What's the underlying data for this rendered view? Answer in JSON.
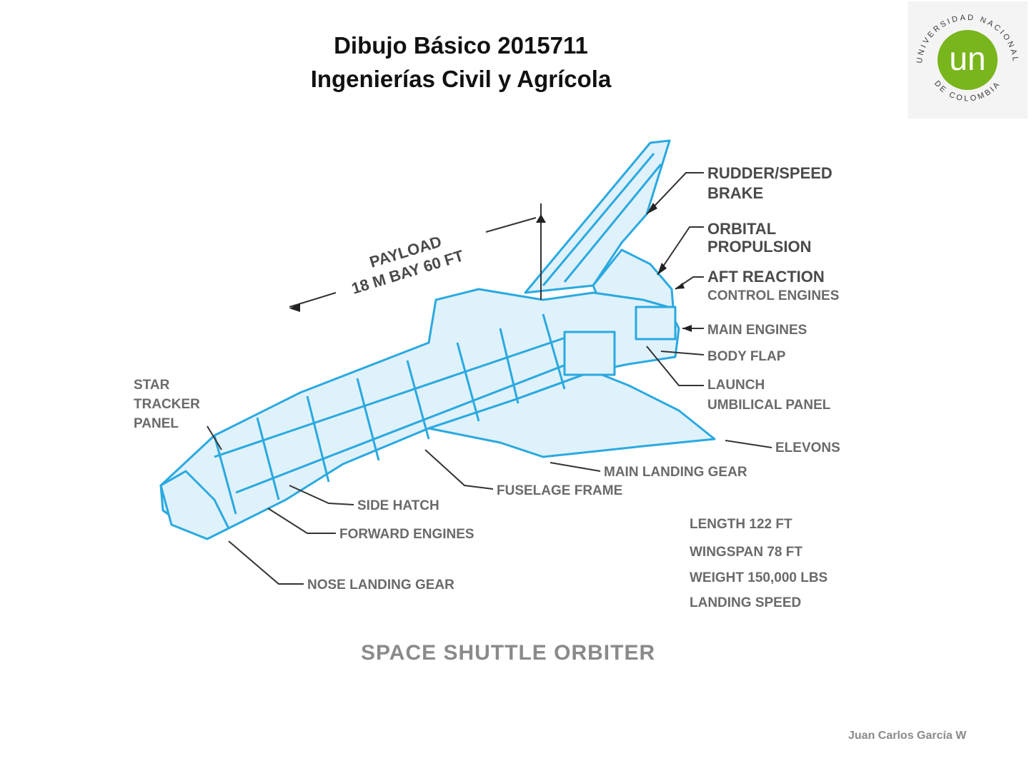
{
  "header": {
    "title_line1": "Dibujo Básico 2015711",
    "title_line2": "Ingenierías Civil y Agrícola"
  },
  "logo": {
    "text_top": "UNIVERSIDAD NACIONAL",
    "text_bottom": "DE COLOMBIA",
    "mark": "un",
    "color": "#79b51c"
  },
  "diagram": {
    "shuttle_color": "#2aa9e0",
    "shuttle_fill": "#dff1fb",
    "labels": {
      "rudder_line1": "RUDDER/SPEED",
      "rudder_line2": "BRAKE",
      "orbital_line1": "ORBITAL",
      "orbital_line2": "PROPULSION",
      "aft_line1": "AFT REACTION",
      "aft_line2": "CONTROL ENGINES",
      "main_engines": "MAIN ENGINES",
      "body_flap": "BODY FLAP",
      "launch_line1": "LAUNCH",
      "launch_line2": "UMBILICAL PANEL",
      "elevons": "ELEVONS",
      "main_gear": "MAIN LANDING GEAR",
      "payload_line1": "PAYLOAD",
      "payload_line2": "18 M BAY 60 FT",
      "star_line1": "STAR",
      "star_line2": "TRACKER",
      "star_line3": "PANEL",
      "side_hatch": "SIDE HATCH",
      "fuselage_frame": "FUSELAGE FRAME",
      "forward_engines": "FORWARD ENGINES",
      "nose_gear": "NOSE LANDING GEAR"
    },
    "specs": [
      "LENGTH 122 FT",
      "WINGSPAN 78 FT",
      "WEIGHT 150,000 LBS",
      "LANDING SPEED"
    ],
    "caption": "SPACE SHUTTLE ORBITER",
    "author": "Juan Carlos García W"
  }
}
